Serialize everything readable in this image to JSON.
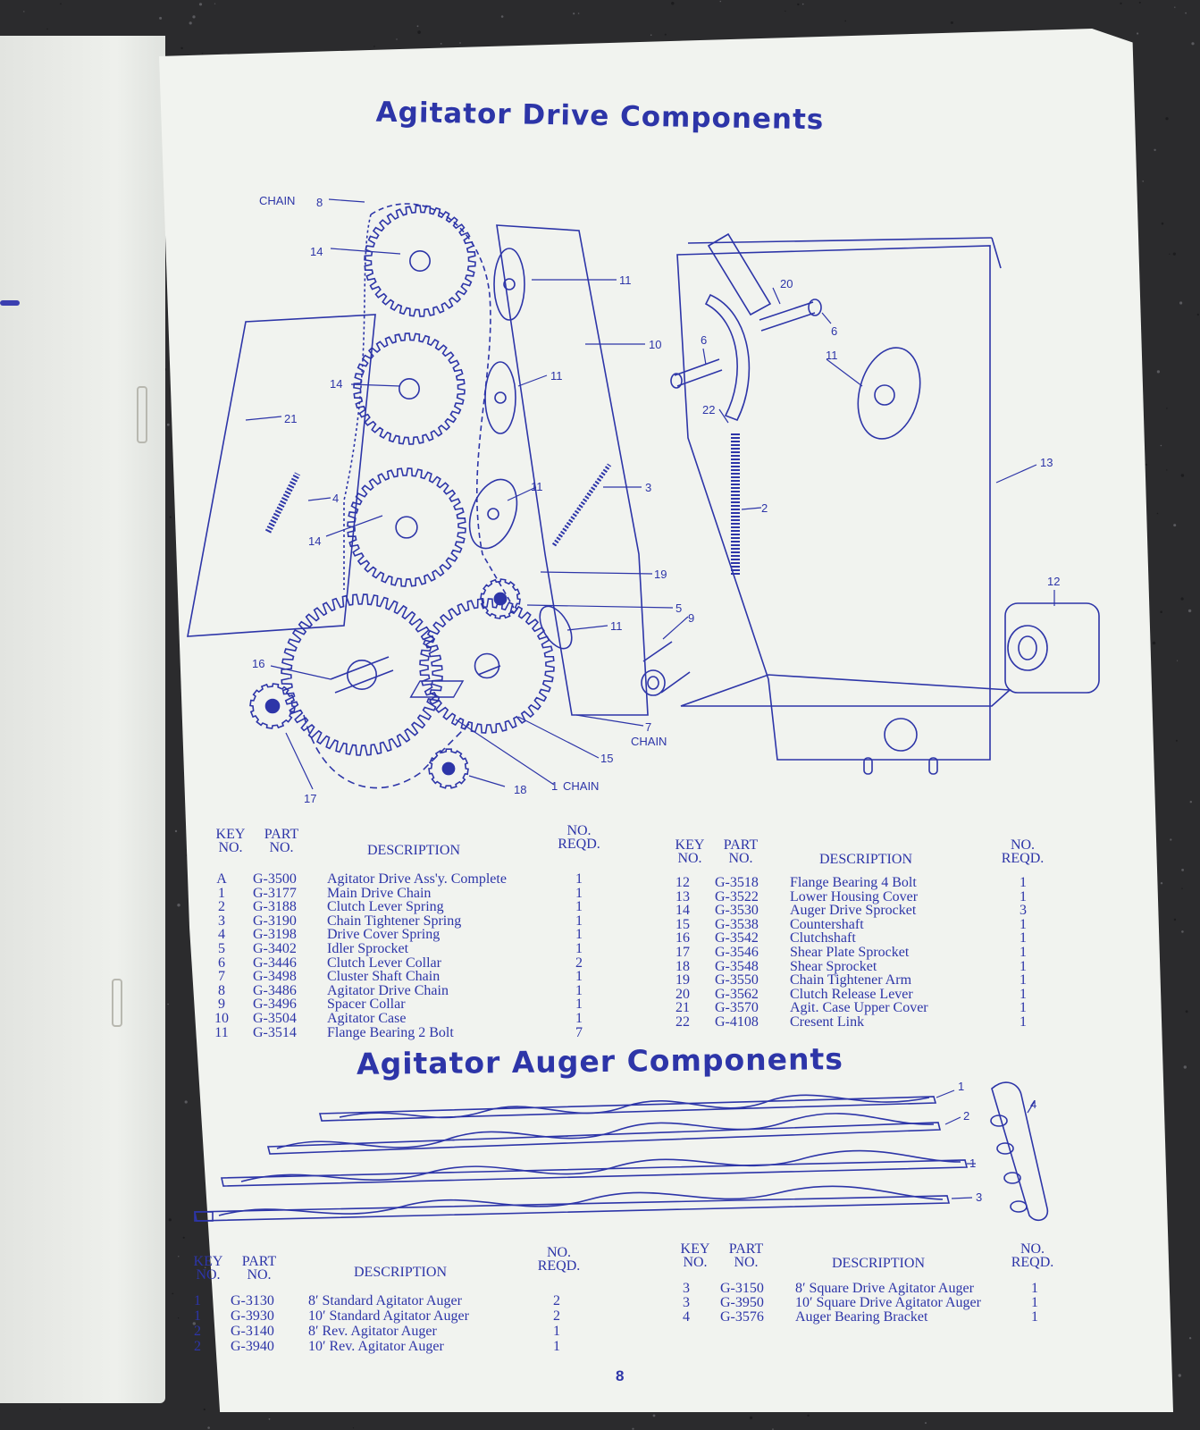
{
  "drive": {
    "title": "Agitator Drive Components",
    "callouts": {
      "chain_top": "CHAIN",
      "n8": "8",
      "n14": "14",
      "n11": "11",
      "n10": "10",
      "n21": "21",
      "n3": "3",
      "n4": "4",
      "n19": "19",
      "n5": "5",
      "n9": "9",
      "n16": "16",
      "n7": "7",
      "chain_7": "CHAIN",
      "n15": "15",
      "n17": "17",
      "n18": "18",
      "n1": "1",
      "chain_1": "CHAIN",
      "n20": "20",
      "n6": "6",
      "n22": "22",
      "n2": "2",
      "n13": "13",
      "n12": "12"
    },
    "table_left": {
      "headers": {
        "key": "KEY\nNO.",
        "part": "PART\nNO.",
        "desc": "DESCRIPTION",
        "qty": "NO.\nREQD."
      },
      "rows": [
        {
          "key": "A",
          "part": "G-3500",
          "desc": "Agitator Drive Ass'y. Complete",
          "qty": "1"
        },
        {
          "key": "1",
          "part": "G-3177",
          "desc": "Main Drive Chain",
          "qty": "1"
        },
        {
          "key": "2",
          "part": "G-3188",
          "desc": "Clutch Lever Spring",
          "qty": "1"
        },
        {
          "key": "3",
          "part": "G-3190",
          "desc": "Chain Tightener Spring",
          "qty": "1"
        },
        {
          "key": "4",
          "part": "G-3198",
          "desc": "Drive Cover Spring",
          "qty": "1"
        },
        {
          "key": "5",
          "part": "G-3402",
          "desc": "Idler Sprocket",
          "qty": "1"
        },
        {
          "key": "6",
          "part": "G-3446",
          "desc": "Clutch Lever Collar",
          "qty": "2"
        },
        {
          "key": "7",
          "part": "G-3498",
          "desc": "Cluster Shaft Chain",
          "qty": "1"
        },
        {
          "key": "8",
          "part": "G-3486",
          "desc": "Agitator Drive Chain",
          "qty": "1"
        },
        {
          "key": "9",
          "part": "G-3496",
          "desc": "Spacer Collar",
          "qty": "1"
        },
        {
          "key": "10",
          "part": "G-3504",
          "desc": "Agitator Case",
          "qty": "1"
        },
        {
          "key": "11",
          "part": "G-3514",
          "desc": "Flange Bearing 2 Bolt",
          "qty": "7"
        }
      ]
    },
    "table_right": {
      "headers": {
        "key": "KEY\nNO.",
        "part": "PART\nNO.",
        "desc": "DESCRIPTION",
        "qty": "NO.\nREQD."
      },
      "rows": [
        {
          "key": "12",
          "part": "G-3518",
          "desc": "Flange Bearing 4 Bolt",
          "qty": "1"
        },
        {
          "key": "13",
          "part": "G-3522",
          "desc": "Lower Housing Cover",
          "qty": "1"
        },
        {
          "key": "14",
          "part": "G-3530",
          "desc": "Auger Drive Sprocket",
          "qty": "3"
        },
        {
          "key": "15",
          "part": "G-3538",
          "desc": "Countershaft",
          "qty": "1"
        },
        {
          "key": "16",
          "part": "G-3542",
          "desc": "Clutchshaft",
          "qty": "1"
        },
        {
          "key": "17",
          "part": "G-3546",
          "desc": "Shear Plate Sprocket",
          "qty": "1"
        },
        {
          "key": "18",
          "part": "G-3548",
          "desc": "Shear Sprocket",
          "qty": "1"
        },
        {
          "key": "19",
          "part": "G-3550",
          "desc": "Chain Tightener Arm",
          "qty": "1"
        },
        {
          "key": "20",
          "part": "G-3562",
          "desc": "Clutch Release Lever",
          "qty": "1"
        },
        {
          "key": "21",
          "part": "G-3570",
          "desc": "Agit. Case Upper Cover",
          "qty": "1"
        },
        {
          "key": "22",
          "part": "G-4108",
          "desc": "Cresent Link",
          "qty": "1"
        }
      ]
    }
  },
  "auger": {
    "title": "Agitator Auger Components",
    "callouts": {
      "a1": "1",
      "a2": "2",
      "a1b": "1",
      "a3": "3",
      "a4": "4"
    },
    "table_left": {
      "headers": {
        "key": "KEY\nNO.",
        "part": "PART\nNO.",
        "desc": "DESCRIPTION",
        "qty": "NO.\nREQD."
      },
      "rows": [
        {
          "key": "1",
          "part": "G-3130",
          "desc": "8′ Standard Agitator Auger",
          "qty": "2"
        },
        {
          "key": "1",
          "part": "G-3930",
          "desc": "10′ Standard Agitator Auger",
          "qty": "2"
        },
        {
          "key": "2",
          "part": "G-3140",
          "desc": "8′ Rev. Agitator Auger",
          "qty": "1"
        },
        {
          "key": "2",
          "part": "G-3940",
          "desc": "10′ Rev. Agitator Auger",
          "qty": "1"
        }
      ]
    },
    "table_right": {
      "headers": {
        "key": "KEY\nNO.",
        "part": "PART\nNO.",
        "desc": "DESCRIPTION",
        "qty": "NO.\nREQD."
      },
      "rows": [
        {
          "key": "3",
          "part": "G-3150",
          "desc": "8′ Square Drive Agitator Auger",
          "qty": "1"
        },
        {
          "key": "3",
          "part": "G-3950",
          "desc": "10′ Square Drive Agitator Auger",
          "qty": "1"
        },
        {
          "key": "4",
          "part": "G-3576",
          "desc": "Auger Bearing Bracket",
          "qty": "1"
        }
      ]
    }
  },
  "page_number": "8",
  "colors": {
    "ink": "#2d35a8",
    "paper": "#f1f3ef",
    "background": "#2b2b2d"
  }
}
